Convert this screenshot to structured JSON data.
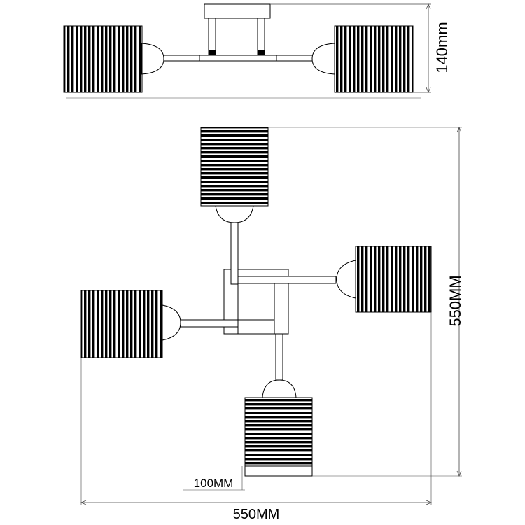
{
  "dimensions": {
    "height": "140mm",
    "depth": "550MM",
    "width": "550MM",
    "shade_height": "100MM"
  },
  "colors": {
    "stroke": "#000000",
    "dim_line": "#444444",
    "background": "#ffffff"
  }
}
